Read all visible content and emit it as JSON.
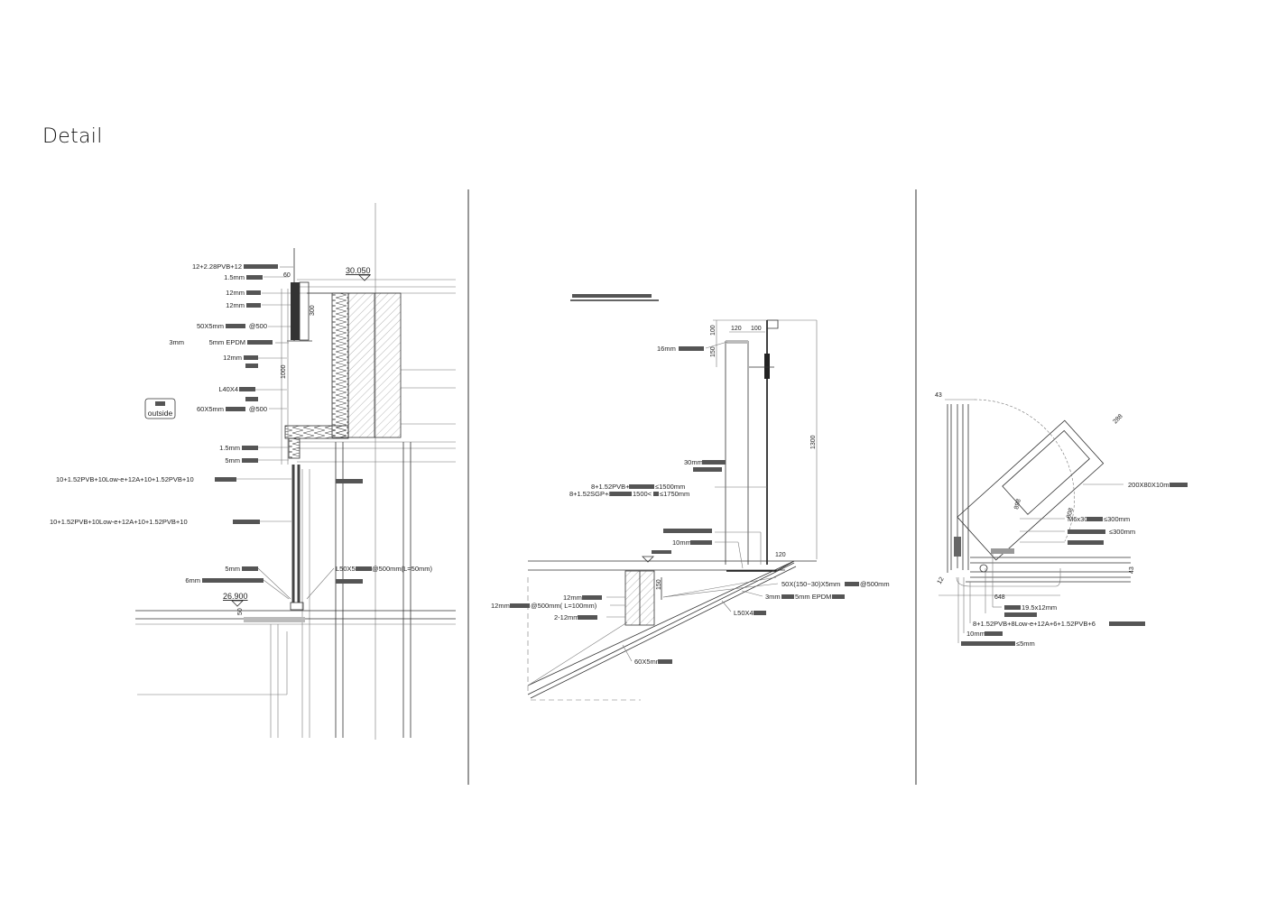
{
  "title": "Detail",
  "outside_label": "outside",
  "left_detail": {
    "levels": [
      "30.050",
      "26.900"
    ],
    "labels": [
      "12+2.28PVB+12",
      "1.5mm",
      "12mm",
      "12mm",
      "50X5mm",
      "3mm",
      "12mm",
      "L40X4",
      "60X5mm",
      "1.5mm",
      "5mm",
      "10+1.52PVB+10Low-e+12A+10+1.52PVB+10",
      "10+1.52PVB+10Low-e+12A+10+1.52PVB+10",
      "5mm",
      "6mm",
      "L50X5"
    ],
    "label_suffixes": [
      "@500",
      "5mm EPDM",
      "@500",
      "@500mm(L=50mm)"
    ],
    "dimensions": [
      "60",
      "300",
      "1000",
      "50"
    ]
  },
  "middle_detail": {
    "labels": [
      "16mm",
      "30mm",
      "8+1.52PVB+8",
      "≤1500mm",
      "8+1.52SGP+8",
      "1500<",
      "≤1750mm",
      "10mm",
      "12mm",
      "12mm",
      "@500mm( L=100mm)",
      "2-12mm",
      "50X(150~30)X5mm",
      "@500mm",
      "3mm",
      "5mm EPDM",
      "L50X4",
      "60X5mm"
    ],
    "dimensions": [
      "120",
      "100",
      "100",
      "150",
      "1300",
      "120",
      "150"
    ]
  },
  "right_detail": {
    "labels": [
      "200X80X10mm",
      "M6x30",
      "≤300mm",
      "≤300mm",
      "19.5x12mm",
      "8+1.52PVB+8Low-e+12A+6+1.52PVB+6",
      "10mm",
      "≤5mm"
    ],
    "dimensions": [
      "43",
      "288",
      "898",
      "808",
      "43",
      "648",
      "12"
    ]
  }
}
